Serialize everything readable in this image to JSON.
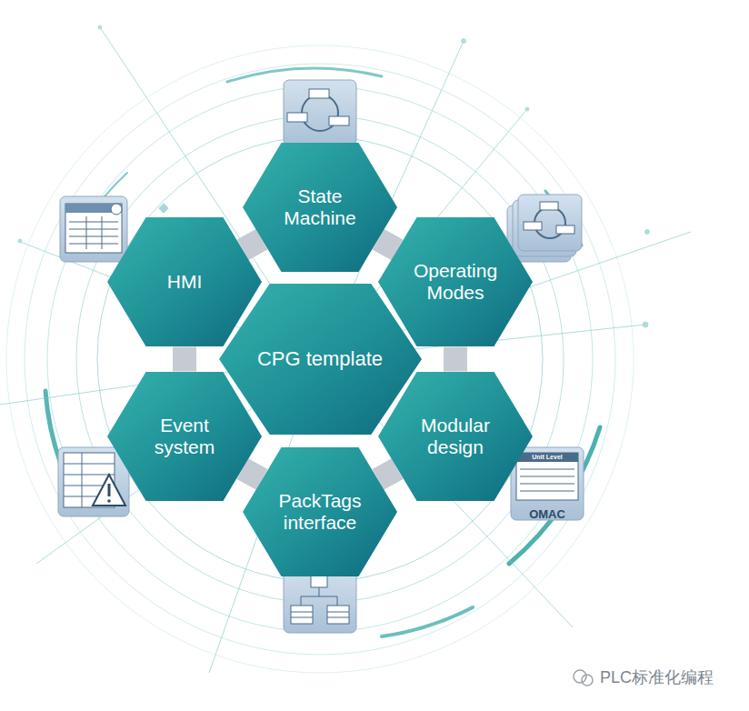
{
  "diagram": {
    "nodes": [
      {
        "text": [
          "State Machine"
        ]
      },
      {
        "text": [
          "HMI"
        ]
      },
      {
        "text": [
          "Operating Modes"
        ]
      },
      {
        "text": [
          "CPG template"
        ]
      },
      {
        "text": [
          "Event system"
        ]
      },
      {
        "text": [
          "Modular design"
        ]
      },
      {
        "text": [
          "PackTags interface"
        ]
      }
    ],
    "edges": [
      {
        "from": 1,
        "to": 0,
        "arrow": "none"
      },
      {
        "from": 0,
        "to": 2,
        "arrow": "none"
      },
      {
        "from": 2,
        "to": 5,
        "arrow": "none"
      },
      {
        "from": 5,
        "to": 6,
        "arrow": "none"
      },
      {
        "from": 6,
        "to": 4,
        "arrow": "none"
      },
      {
        "from": 4,
        "to": 1,
        "arrow": "none"
      }
    ],
    "labels": [
      "Unit Level",
      "OMAC",
      "PLC标准化编程"
    ]
  }
}
